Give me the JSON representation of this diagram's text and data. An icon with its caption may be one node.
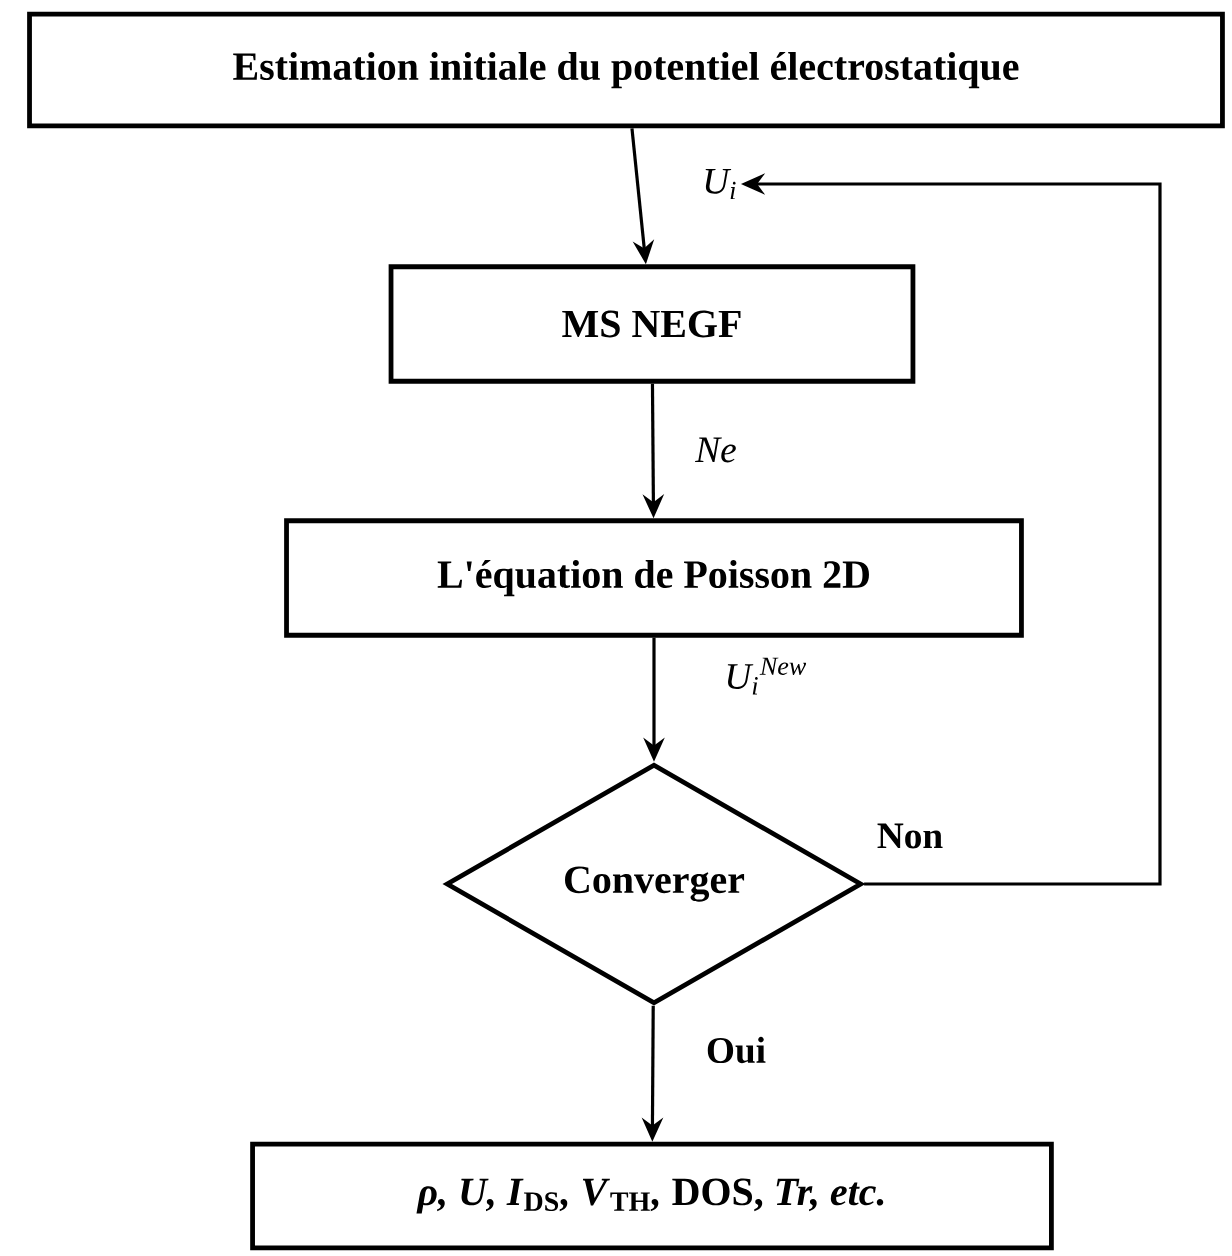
{
  "diagram": {
    "nodes": [
      {
        "text": [
          "Estimation initiale du potentiel électrostatique"
        ]
      },
      {
        "text": [
          "U$_{i}$"
        ]
      },
      {
        "text": [
          "MS NEGF"
        ]
      },
      {
        "text": [
          "L'équation de Poisson 2D"
        ]
      },
      {
        "text": [
          "Converger"
        ]
      },
      {
        "text": [
          "*ρ, U, I*$_{DS}$*, V*$_{TH}$*,* DOS, *Tr, etc.*"
        ]
      }
    ],
    "edges": [
      {
        "from": 0,
        "to": 2,
        "arrow": "to"
      },
      {
        "from": 2,
        "to": 3,
        "arrow": "to",
        "label": "Ne"
      },
      {
        "from": 3,
        "to": 4,
        "arrow": "to",
        "label": "U$_{i}$$^{New}$"
      },
      {
        "from": 4,
        "to": 5,
        "arrow": "to",
        "label": "Oui"
      },
      {
        "from": 4,
        "to": 1,
        "arrow": "to",
        "label": "Non"
      }
    ]
  }
}
